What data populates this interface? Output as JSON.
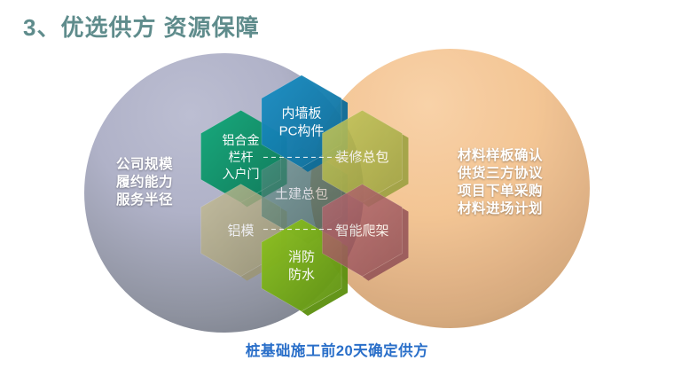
{
  "slide": {
    "title": "3、优选供方  资源保障",
    "bottom_caption": "桩基础施工前20天确定供方"
  },
  "venn": {
    "left_circle": {
      "name": "supplier-capability",
      "color": "#b0b2c8",
      "lines": "公司规模\n履约能力\n服务半径"
    },
    "right_circle": {
      "name": "material-procurement",
      "color": "#f3c391",
      "lines": "材料样板确认\n供货三方协议\n项目下单采购\n材料进场计划"
    }
  },
  "hexagons": [
    {
      "id": "top",
      "label_lines": [
        "内墙板",
        "PC构件"
      ],
      "color": "#1a8fc4",
      "edge_color": "#0f6d99"
    },
    {
      "id": "upper-left",
      "label_lines": [
        "铝合金",
        "栏杆",
        "入户门"
      ],
      "color": "#12a87a",
      "edge_color": "#0b7a57"
    },
    {
      "id": "upper-right",
      "label_lines": [
        "装修总包"
      ],
      "color": "#c3c75a",
      "edge_color": "#9aa03f"
    },
    {
      "id": "center",
      "label_lines": [
        "土建总包"
      ],
      "color": "#5d8f86",
      "edge_color": "#43685f"
    },
    {
      "id": "lower-left",
      "label_lines": [
        "铝模"
      ],
      "color": "#c5bd94",
      "edge_color": "#9c9570"
    },
    {
      "id": "lower-right",
      "label_lines": [
        "智能爬架"
      ],
      "color": "#b86a72",
      "edge_color": "#8e4c54"
    },
    {
      "id": "bottom",
      "label_lines": [
        "消防",
        "防水"
      ],
      "color": "#8ec321",
      "edge_color": "#5e9111"
    }
  ]
}
